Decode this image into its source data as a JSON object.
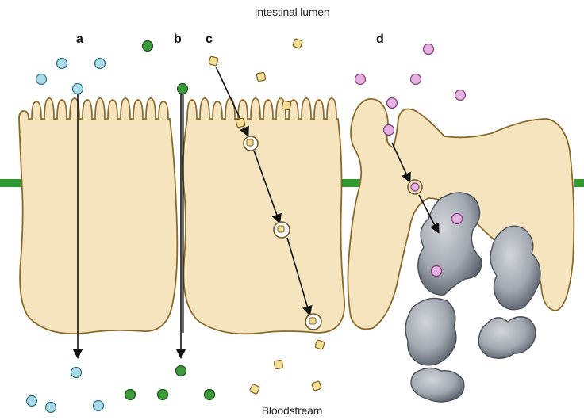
{
  "title_top": "Intestinal lumen",
  "title_bottom": "Bloodstream",
  "panels": [
    "a",
    "b",
    "c",
    "d"
  ],
  "colors": {
    "cell_fill": "#f6e4bf",
    "cell_stroke": "#8a6a2a",
    "membrane": "#2f9a2f",
    "blue_particle": "#a9dbe8",
    "green_particle": "#3c9a38",
    "yellow_particle": "#f3dc94",
    "pink_particle": "#e7b1e3",
    "immune_cell": "#a7adb4"
  }
}
